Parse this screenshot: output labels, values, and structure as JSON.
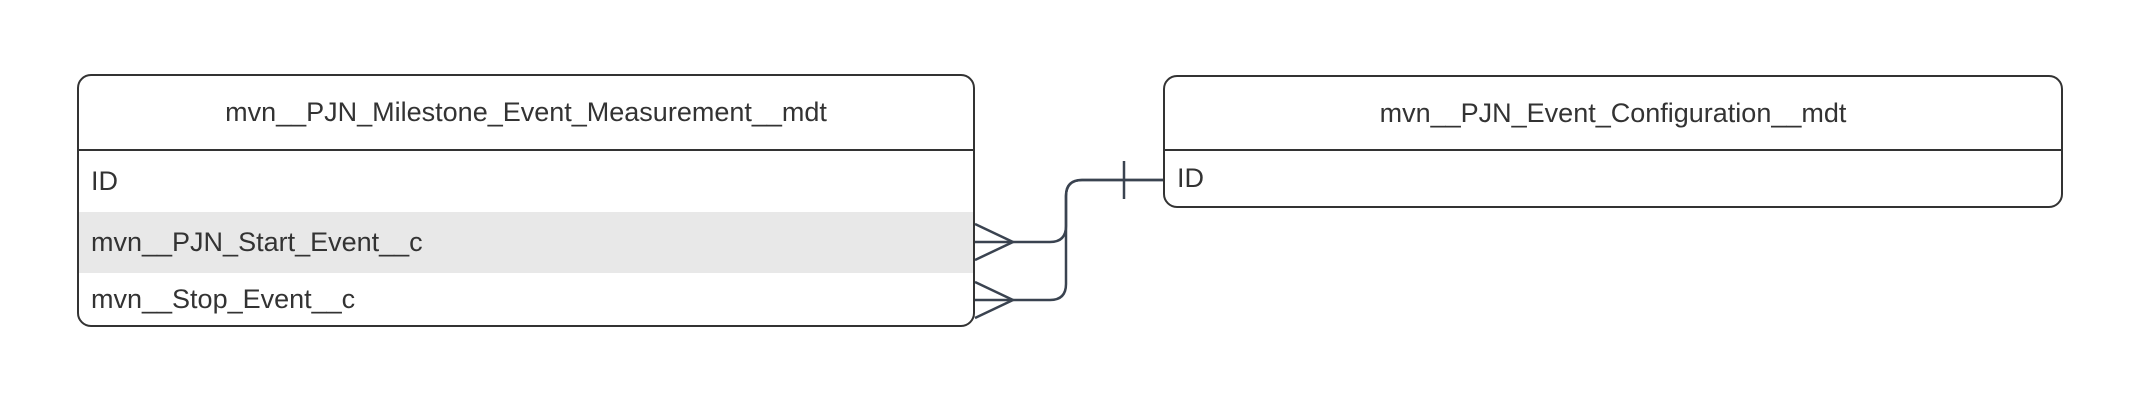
{
  "diagram": {
    "type": "entity-relationship",
    "background_color": "#ffffff",
    "colors": {
      "entity_border": "#333333",
      "entity_fill": "#ffffff",
      "relationship_line": "#3a4350",
      "highlighted_row_fill": "#e8e8e8",
      "text": "#333333"
    },
    "entities": [
      {
        "title": "mvn__PJN_Milestone_Event_Measurement__mdt",
        "fields": [
          {
            "name": "ID",
            "highlighted": false
          },
          {
            "name": "mvn__PJN_Start_Event__c",
            "highlighted": true
          },
          {
            "name": "mvn__Stop_Event__c",
            "highlighted": false
          }
        ]
      },
      {
        "title": "mvn__PJN_Event_Configuration__mdt",
        "fields": [
          {
            "name": "ID",
            "highlighted": false
          }
        ]
      }
    ],
    "relationships": [
      {
        "from_entity": "mvn__PJN_Milestone_Event_Measurement__mdt",
        "from_field": "mvn__PJN_Start_Event__c",
        "from_cardinality": "many (crow's foot)",
        "to_entity": "mvn__PJN_Event_Configuration__mdt",
        "to_field": "ID",
        "to_cardinality": "one (tick)"
      },
      {
        "from_entity": "mvn__PJN_Milestone_Event_Measurement__mdt",
        "from_field": "mvn__Stop_Event__c",
        "from_cardinality": "many (crow's foot)",
        "to_entity": "mvn__PJN_Event_Configuration__mdt",
        "to_field": "ID",
        "to_cardinality": "one (tick)"
      }
    ]
  }
}
